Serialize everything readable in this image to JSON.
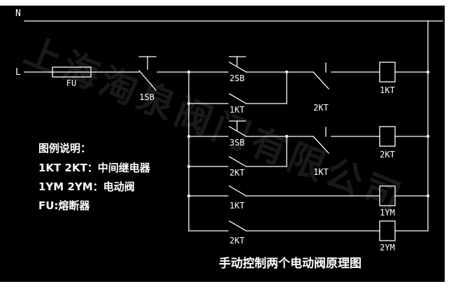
{
  "power": {
    "neutral_label": "N",
    "live_label": "L"
  },
  "components": {
    "fuse": "FU",
    "stop_button": "1SB",
    "row1": {
      "start_button": "2SB",
      "hold_contact": "1KT",
      "interlock_contact": "2KT",
      "coil": "1KT"
    },
    "row2": {
      "start_button": "3SB",
      "hold_contact": "2KT",
      "interlock_contact": "1KT",
      "coil": "2KT"
    },
    "row3": {
      "contact": "1KT",
      "coil": "1YM"
    },
    "row4": {
      "contact": "2KT",
      "coil": "2YM"
    }
  },
  "legend": {
    "title": "图例说明：",
    "items": [
      "1KT 2KT：中间继电器",
      "1YM 2YM：电动阀",
      "FU:熔断器"
    ]
  },
  "caption": "手动控制两个电动阀原理图",
  "watermark": "上海淘泉阀门有限公司",
  "colors": {
    "canvas": "#000000",
    "line": "#ffffff",
    "frame": "#ffffff"
  }
}
